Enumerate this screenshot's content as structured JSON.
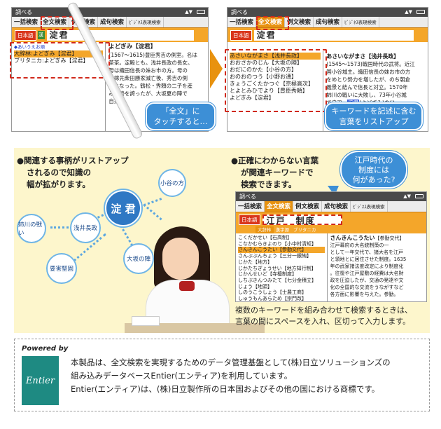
{
  "screens": {
    "left": {
      "title": "調べる",
      "tabs": [
        "一括検索",
        "全文検索",
        "例文検索",
        "成句検索",
        "ﾋﾞｼﾞﾈｽ表現検索"
      ],
      "active_tab": 1,
      "lang": "日本語",
      "flag": "漢",
      "query": "淀君",
      "list_header": "◆あいうえお順",
      "list": [
        "大辞林:よどぎみ【淀君】",
        "ブリタニカ:よどぎみ【淀君】"
      ],
      "detail_title": "よどぎみ【淀君】",
      "detail_lines": [
        "(1567〜1615)豊臣秀吉の側室。名は",
        "茶茶。淀殿とも。浅井長政の長女。",
        "母は織田信長の妹お市の方。母の",
        "再嫁先柴田勝家滅亡後、秀吉の側",
        "室となった。鶴松・秀頼の二子を産",
        "み権勢を誇ったが、大坂夏の陣で",
        "自刃。"
      ]
    },
    "right": {
      "title": "調べる",
      "tabs": [
        "一括検索",
        "全文検索",
        "例文検索",
        "成句検索",
        "ﾋﾞｼﾞﾈｽ表現検索"
      ],
      "active_tab": 1,
      "lang": "日本語",
      "query": "淀君",
      "list": [
        "あさいながまさ【浅井長政】",
        "おおさかのじん【大坂の陣】",
        "おだにのかた【小谷の方】",
        "おのおのつう【小野お通】",
        "きょうごくたかつぐ【京極高次】",
        "とよとみひでより【豊臣秀頼】",
        "よどぎみ【淀君】"
      ],
      "detail_title": "あさいながまさ【浅井長政】",
      "detail_lines": [
        "(1545〜1573)戦国時代の武将。近江",
        "国小谷城主。織田信長の妹お市の方",
        "をめとり勢力を増したが、のち朝倉",
        "義景と結んで信長と対立。1570年",
        "姉川の戦いに大敗し、73年小谷城"
      ],
      "detail_tail_pre": "で自刃。",
      "detail_tail_hl": "淀君",
      "detail_tail_post": "(よどぎみ)の父。"
    },
    "bottom": {
      "title": "調べる",
      "tabs": [
        "一括検索",
        "全文検索",
        "例文検索",
        "成句検索",
        "ﾋﾞｼﾞﾈｽ表現検索"
      ],
      "active_tab": 1,
      "lang": "日本語",
      "query": "江戸　制度",
      "subtabs": [
        "大辞林",
        "漢字源",
        "ブリタニカ"
      ],
      "list": [
        "こくだかせい【石高制】",
        "こなかむらきよのり【小中村清矩】",
        "さんきんこうたい【参勤交代】",
        "さんぶぶんちょう【三分一銀納】",
        "じかた【地方】",
        "じかたちぎょうせい【地方知行制】",
        "じかんせいど【寺檀制度】",
        "しちぶきんつみたて【七分金積立】",
        "じょう【地頭】",
        "しのうこうしょう【士農工商】",
        "しゅうもんあらため【宗門改】"
      ],
      "detail_title": "さんきんこうたい",
      "detail_tag": "【参勤交代】",
      "detail_lines": [
        "江戸幕府の大名統制策の一",
        "として一年交代で、諸大名を江戸",
        "と領地とに居住させた制度。1635",
        "年の武家諸法度改定により制度化",
        "。往復や江戸屋敷の経費は大名財",
        "政を圧迫したが、交通の発達や文",
        "化の全国的な交流をうながすなど",
        "各方面に影響を与えた。参勤。"
      ]
    }
  },
  "callouts": {
    "left": [
      "「全文」に",
      "タッチすると…"
    ],
    "right": [
      "キーワードを記述に含む",
      "言葉をリストアップ"
    ]
  },
  "panel": {
    "left_head": [
      "●関連する事柄がリストアップ",
      "されるので知識の",
      "幅が拡がります。"
    ],
    "right_head": [
      "●正確にわからない言葉",
      "が関連キーワードで",
      "検索できます。"
    ],
    "center_word": "淀 君",
    "bubbles": [
      "小谷の方",
      "浅井長政",
      "姉川の戦い",
      "大坂の陣",
      "要害堅固"
    ],
    "speech": [
      "江戸時代の",
      "制度には",
      "何があった?"
    ],
    "caption": [
      "複数のキーワードを組み合わせて検索するときは、",
      "言葉の間にスペースを入れ、区切って入力します。"
    ]
  },
  "footer": {
    "powered_by": "Powered by",
    "logo_text": "Entier",
    "lines": [
      "本製品は、全文検索を実現するためのデータ管理基盤として(株)日立ソリューションズの",
      "組み込みデータベースEntier(エンティア)を利用しています。",
      "Entier(エンティア)は、(株)日立製作所の日本国およびその他の国における商標です。"
    ]
  },
  "colors": {
    "accent_orange": "#e8920f",
    "highlight_red": "#d0291b",
    "callout_blue": "#3d8fd6",
    "panel_yellow": "#fdf6cc",
    "logo_teal": "#1e8a82"
  }
}
